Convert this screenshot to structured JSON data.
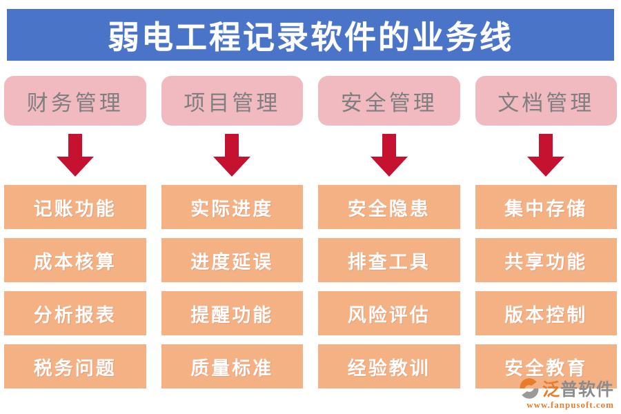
{
  "title": "弱电工程记录软件的业务线",
  "colors": {
    "header_bar_bg": "#4A74C8",
    "title_text": "#FFFFFF",
    "category_bg": "#F1B9C0",
    "category_text": "#7F7F7F",
    "arrow": "#C51230",
    "item_bg": "#F4B183",
    "item_text": "#FFFFFF",
    "logo_orange": "#E87C2A",
    "brand_gray": "#8C8C8C"
  },
  "columns": [
    {
      "category": "财务管理",
      "items": [
        "记账功能",
        "成本核算",
        "分析报表",
        "税务问题"
      ]
    },
    {
      "category": "项目管理",
      "items": [
        "实际进度",
        "进度延误",
        "提醒功能",
        "质量标准"
      ]
    },
    {
      "category": "安全管理",
      "items": [
        "安全隐患",
        "排查工具",
        "风险评估",
        "经验教训"
      ]
    },
    {
      "category": "文档管理",
      "items": [
        "集中存储",
        "共享功能",
        "版本控制",
        "安全教育"
      ]
    }
  ],
  "logo": {
    "brand_first_char": "泛",
    "brand_rest": "普软件",
    "website": "www.fanpusoft.com"
  }
}
